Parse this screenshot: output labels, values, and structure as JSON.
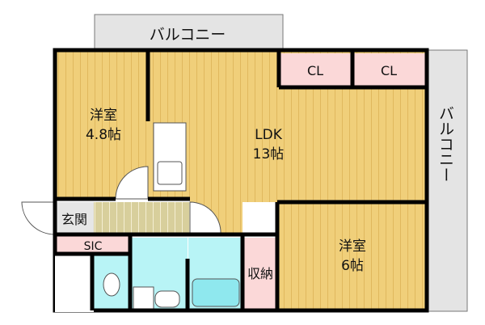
{
  "plan": {
    "balcony_top": "バルコニー",
    "balcony_right": "バルコニー",
    "room_west": {
      "name": "洋室",
      "size": "4.8帖"
    },
    "ldk": {
      "name": "LDK",
      "size": "13帖"
    },
    "room_east": {
      "name": "洋室",
      "size": "6帖"
    },
    "closet_1": "CL",
    "closet_2": "CL",
    "entrance": "玄関",
    "shoe_closet": "SIC",
    "storage": "収納"
  },
  "colors": {
    "floor": "#f0cf7a",
    "floor_stripe": "#e2b85a",
    "hall": "#d6cd9a",
    "wet": "#b8f4f6",
    "closet": "#fbd8d8",
    "balcony": "#e4e4e4",
    "wall": "#000000"
  }
}
